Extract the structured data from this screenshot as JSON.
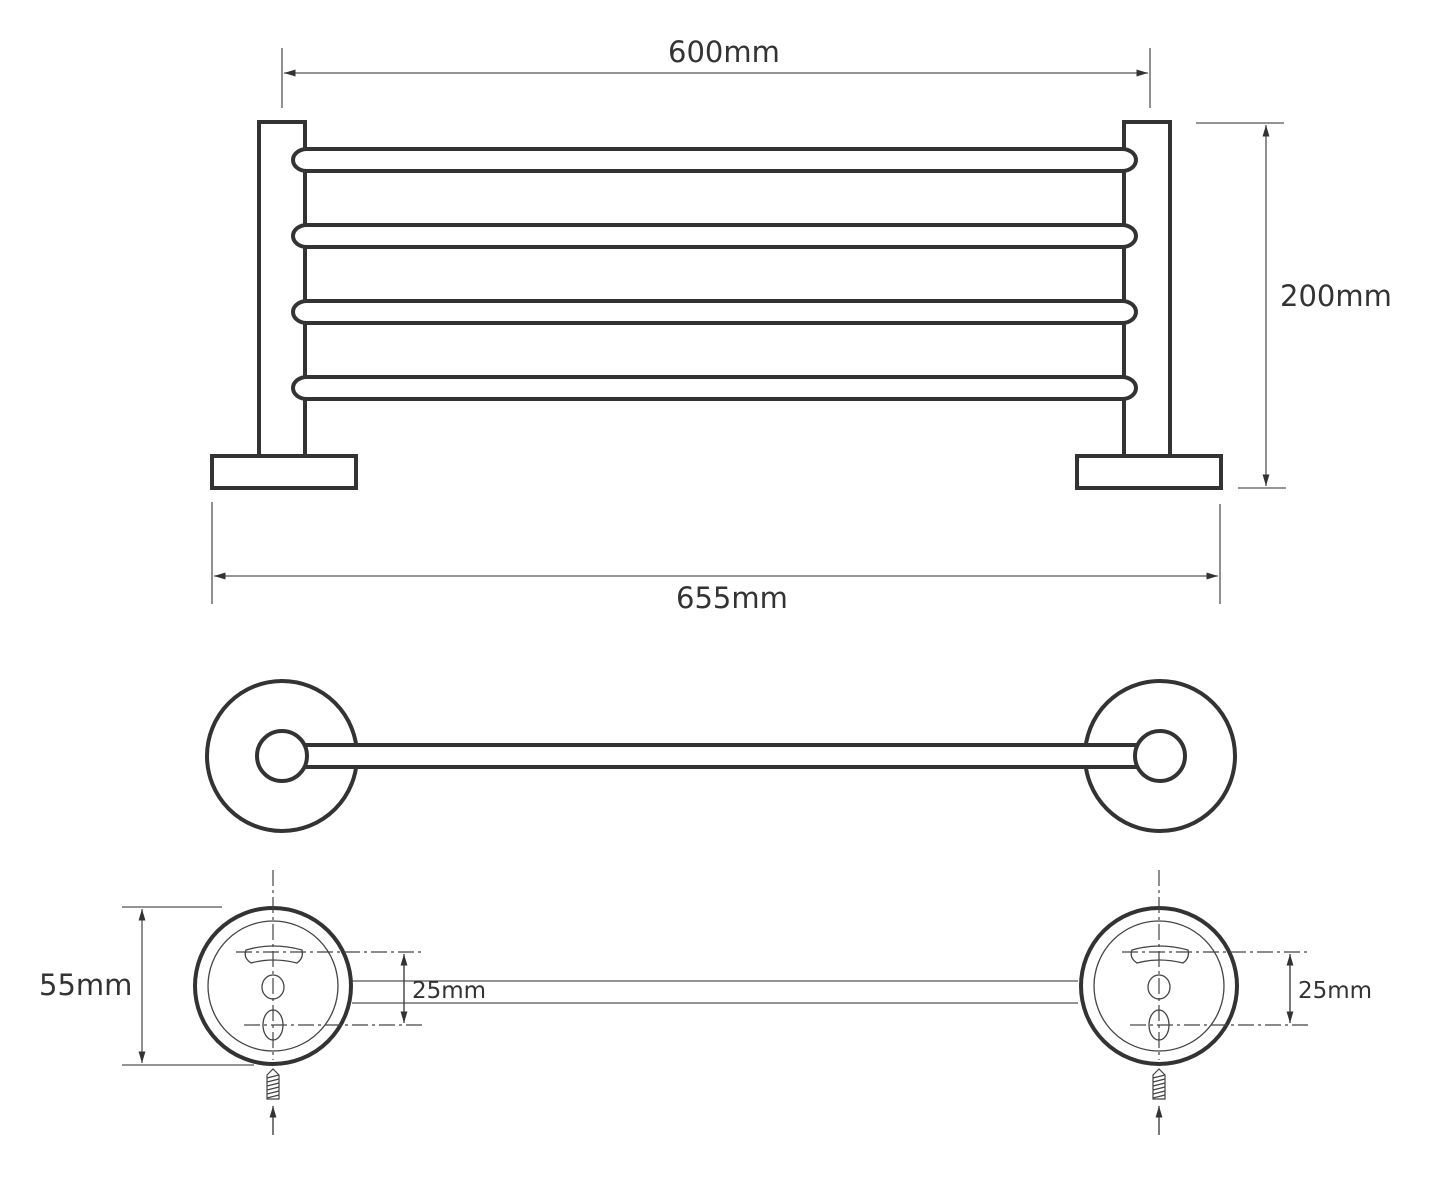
{
  "drawing": {
    "title": "Towel rack technical drawing",
    "colors": {
      "stroke": "#333333",
      "dim": "#555555",
      "background": "#ffffff"
    },
    "front_view": {
      "bar_count": 4,
      "dimensions": {
        "rail_span": "600mm",
        "overall_width": "655mm",
        "height": "200mm"
      }
    },
    "top_view": {
      "description": "round flanges with connecting rail"
    },
    "mounting_view": {
      "dimensions": {
        "flange_diameter": "55mm",
        "hole_spacing_left": "25mm",
        "hole_spacing_right": "25mm"
      }
    }
  }
}
